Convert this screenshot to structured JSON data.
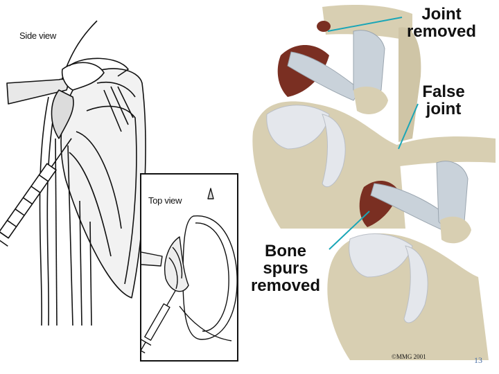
{
  "labels": {
    "side_view": "Side view",
    "top_view": "Top view",
    "joint_removed": "Joint removed",
    "false_joint": "False joint",
    "bone_spurs_removed": "Bone spurs removed",
    "copyright": "©MMG 2001"
  },
  "page_number": "13",
  "colors": {
    "bone": "#d8cfb2",
    "cartilage": "#e4e7ec",
    "ligament": "#c9d2da",
    "spur": "#7a2f22",
    "callout_line": "#1aa6b7",
    "page_number": "#4a6fa5"
  }
}
